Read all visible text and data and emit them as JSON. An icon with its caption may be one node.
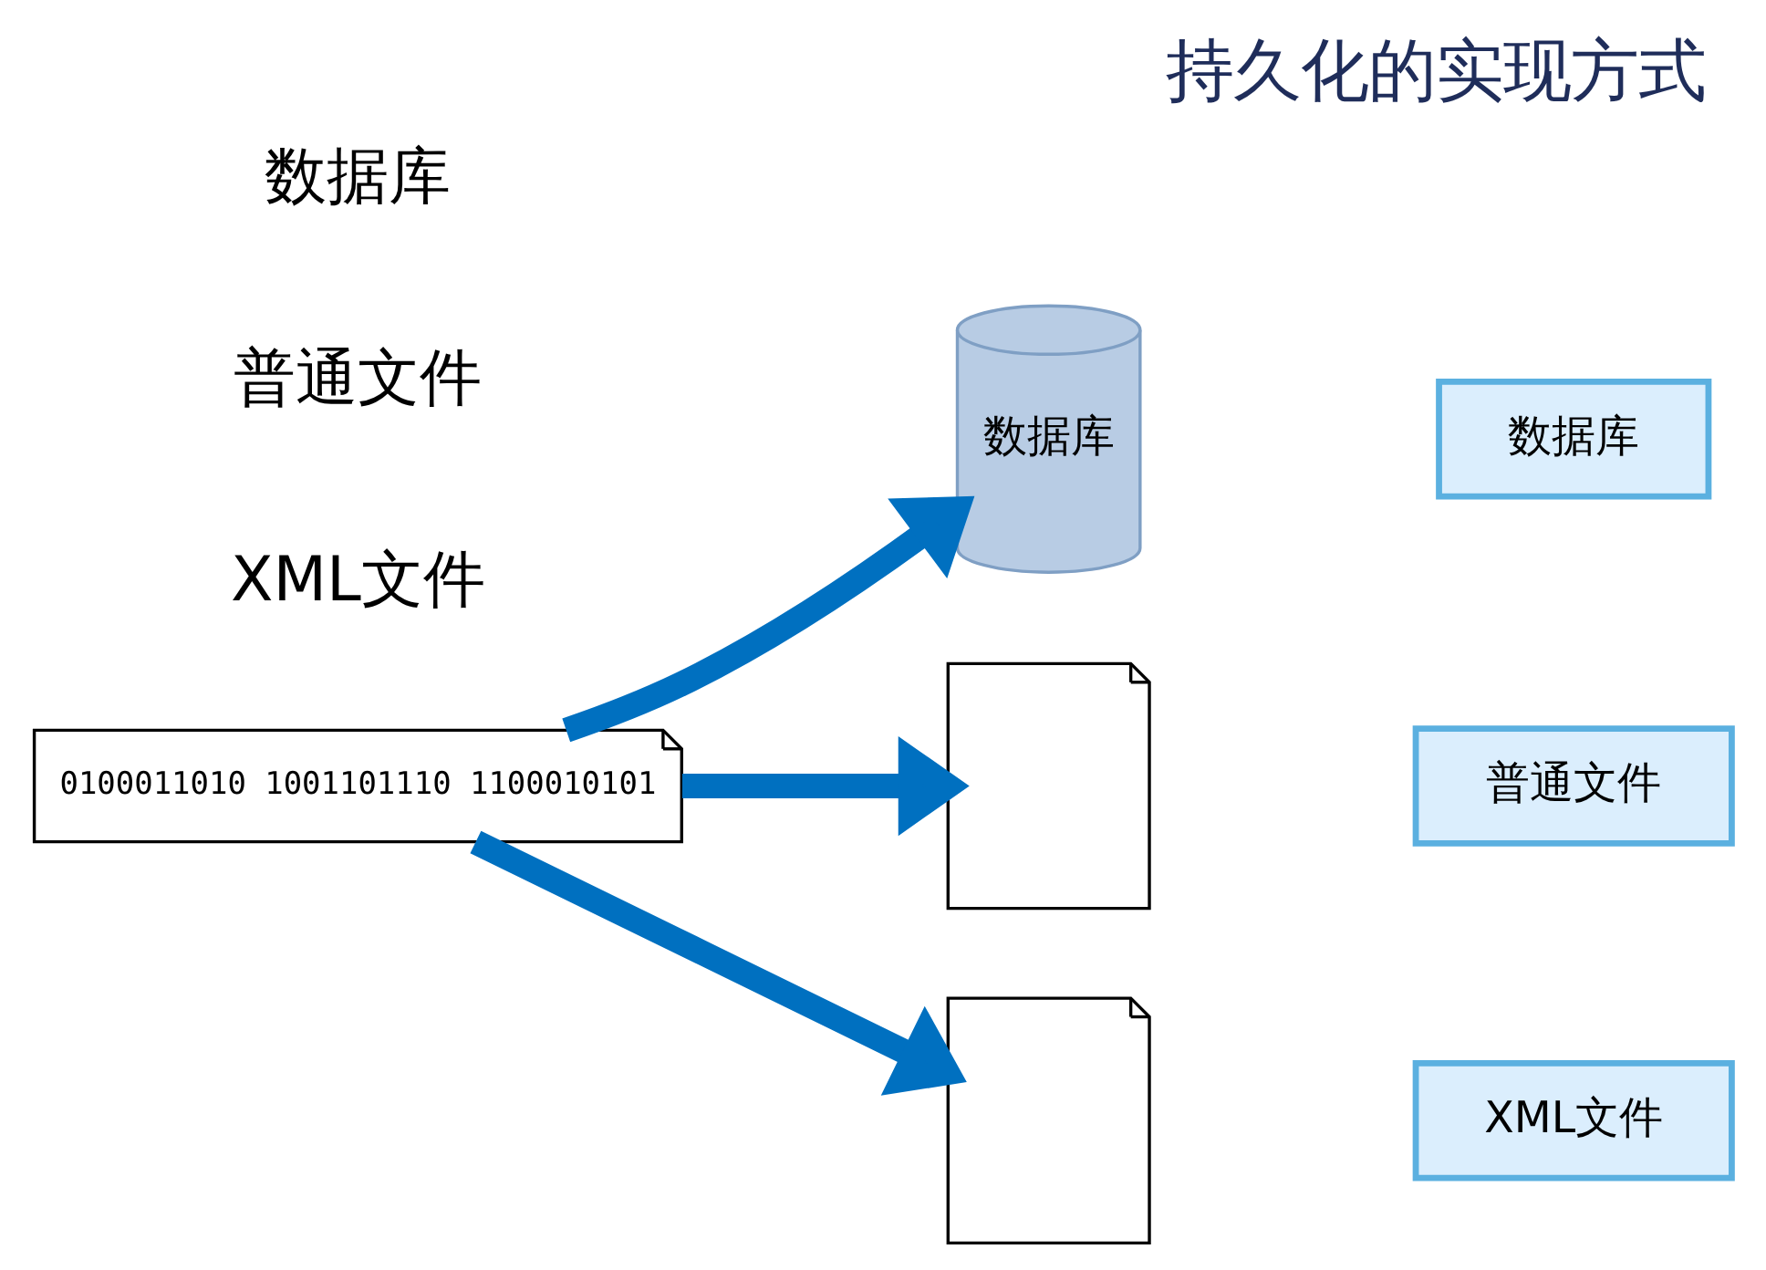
{
  "diagram": {
    "title": "持久化的实现方式",
    "nodes": [
      {
        "text": [
          "0100011010 1001101110 1100010101"
        ]
      },
      {
        "text": [
          "数据库"
        ]
      },
      {
        "text": [],
        "shape": "document"
      },
      {
        "text": [],
        "shape": "document"
      },
      {
        "text": [
          "数据库"
        ]
      },
      {
        "text": [
          "普通文件"
        ]
      },
      {
        "text": [
          "XML文件"
        ]
      }
    ],
    "edges": [
      {
        "from": 0,
        "to": 1,
        "arrow": "to"
      },
      {
        "from": 0,
        "to": 2,
        "arrow": "to"
      },
      {
        "from": 0,
        "to": 3,
        "arrow": "to"
      }
    ],
    "labels": [
      "数据库",
      "普通文件",
      "XML文件"
    ]
  }
}
